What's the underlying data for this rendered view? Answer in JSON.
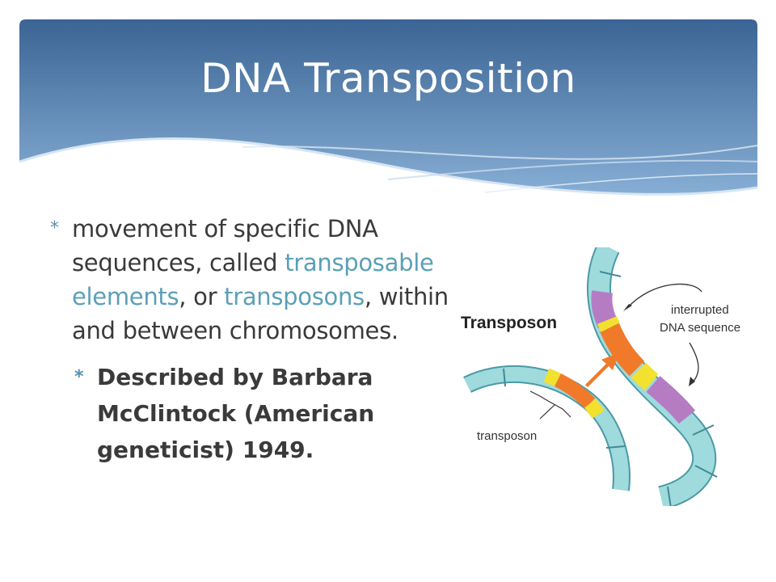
{
  "slide": {
    "title": "DNA Transposition"
  },
  "content": {
    "bullet_marker": "*",
    "bullet_1": {
      "text_a": "movement of specific DNA sequences, called ",
      "highlight_1": "transposable elements",
      "text_b": ", or ",
      "highlight_2": "transposons",
      "text_c": ", within and between chromosomes."
    },
    "sub_bullet_1": "Described by Barbara McClintock (American geneticist) 1949."
  },
  "figure": {
    "heading": "Transposon",
    "interrupted_line1": "interrupted",
    "interrupted_line2": "DNA sequence",
    "transposon_label": "transposon"
  },
  "colors": {
    "header_top": "#3b6494",
    "header_bottom": "#7ea9d2",
    "highlight_text": "#5aa0b6",
    "dna_teal": "#8fd3d6",
    "dna_orange": "#f07a2a",
    "dna_yellow": "#f2e12e",
    "dna_purple": "#b57cc4",
    "arrow_orange": "#f07a2a"
  }
}
